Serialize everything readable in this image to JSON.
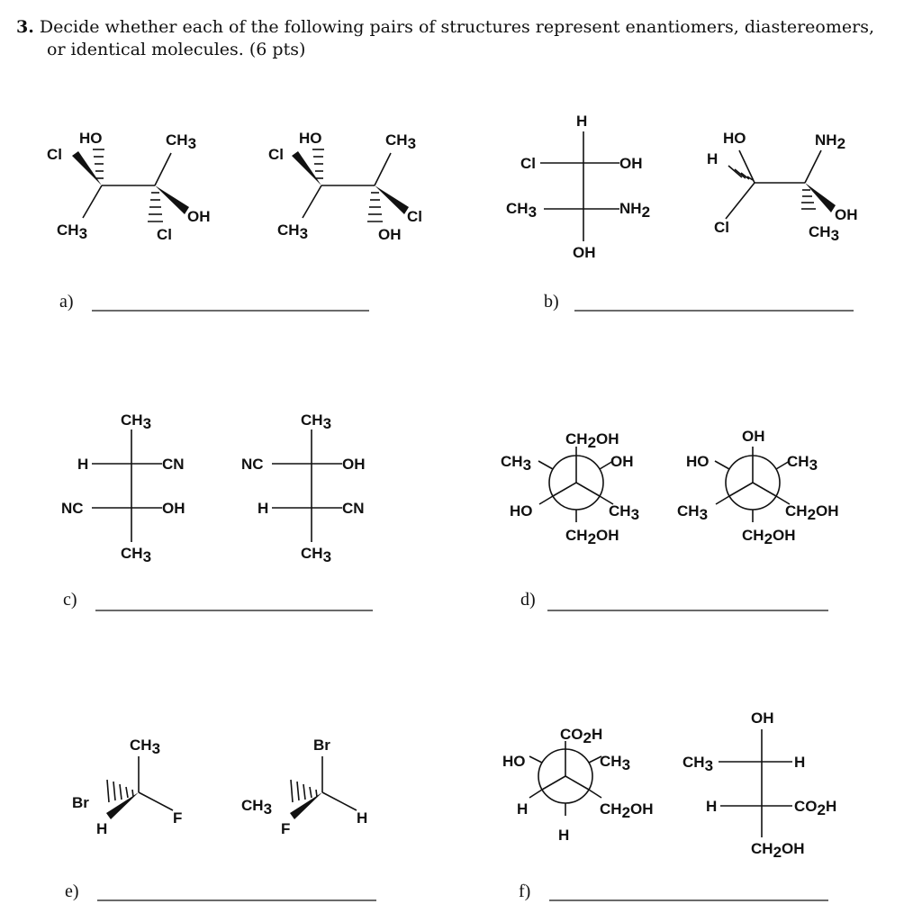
{
  "question": {
    "number": "3.",
    "line1": "Decide whether each of the following pairs of structures represent enantiomers, diastereomers,",
    "line2": "or identical molecules. (6 pts)"
  },
  "answer_labels": {
    "a": "a)",
    "b": "b)",
    "c": "c)",
    "d": "d)",
    "e": "e)",
    "f": "f)"
  },
  "groups": {
    "HO": "HO",
    "OH": "OH",
    "Cl": "Cl",
    "CH": "CH",
    "H": "H",
    "CN": "CN",
    "NC": "NC",
    "N": "NH",
    "F": "F",
    "Br": "Br",
    "CO": "CO",
    "sub2": "2",
    "sub3": "3"
  }
}
